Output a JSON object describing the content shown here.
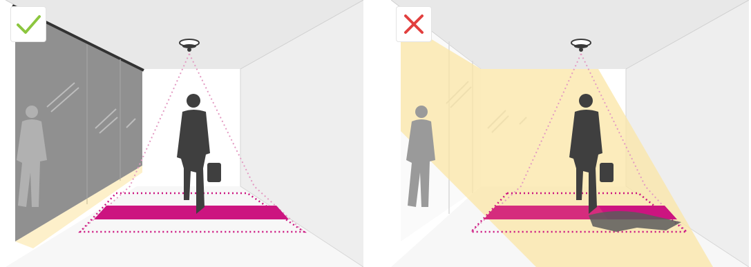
{
  "panels": [
    {
      "id": "correct",
      "verdict": "correct-installation",
      "badge_icon": "checkmark-icon",
      "badge_color": "#8cc63f"
    },
    {
      "id": "incorrect",
      "verdict": "incorrect-installation",
      "badge_icon": "cross-icon",
      "badge_color": "#e2403f"
    }
  ],
  "colors": {
    "wall": "#e9e9e9",
    "wall_side": "#f2f2f2",
    "magenta": "#cc1480",
    "dotted": "#cc1480",
    "person": "#404040",
    "glass_dark": "#8c8c8c",
    "sunlight": "#fbe6a6"
  },
  "icons": [
    "ceiling-camera-icon",
    "person-silhouette",
    "reflection-silhouette",
    "shadow-shape"
  ]
}
